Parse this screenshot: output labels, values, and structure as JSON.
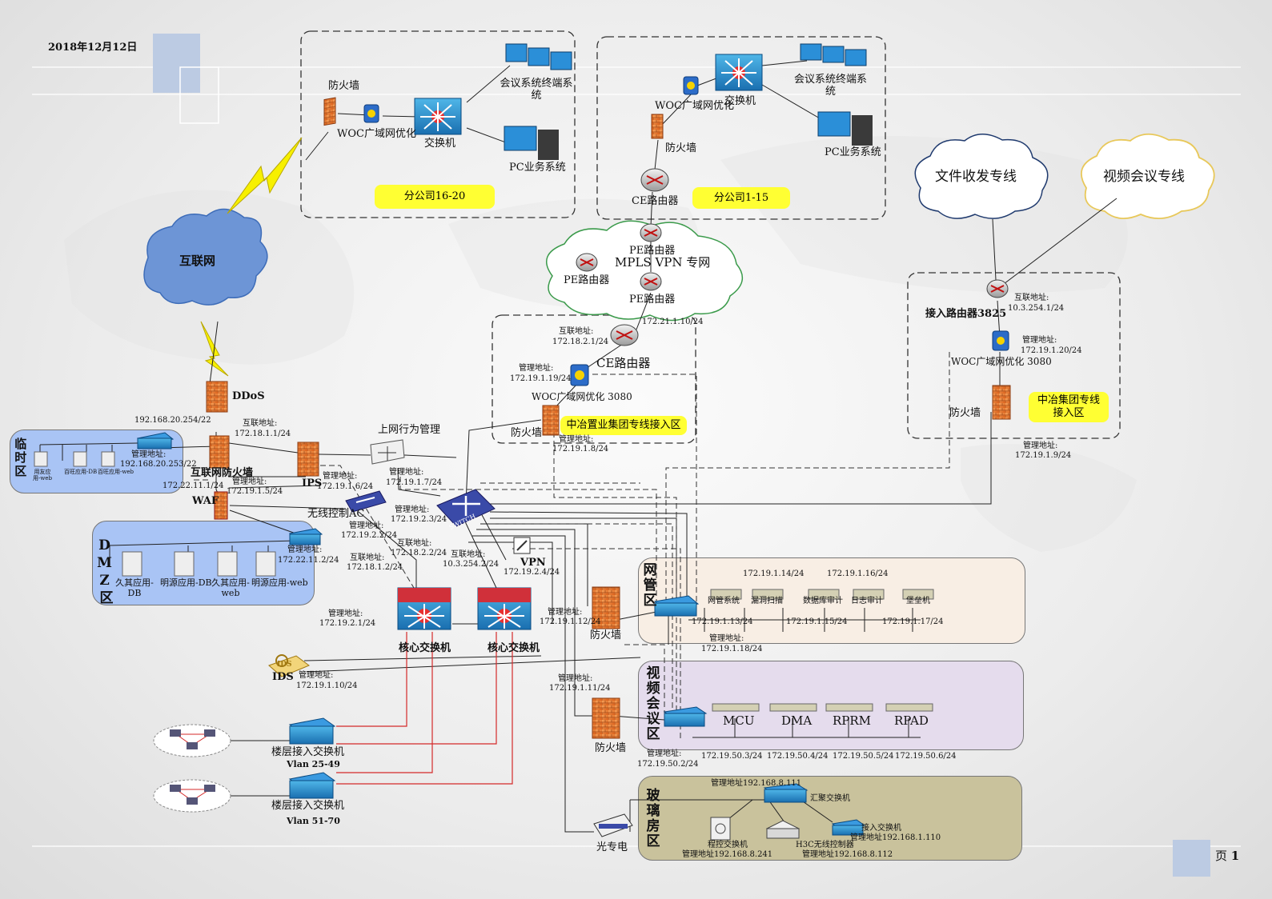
{
  "date": "2018年12月12日",
  "page_label": "页",
  "page_number": "1",
  "branch_a": {
    "firewall": "防火墙",
    "woc": "WOC广域网优化",
    "switch": "交换机",
    "conf": "会议系统终端系统",
    "pc": "PC业务系统",
    "tag": "分公司16-20"
  },
  "branch_b": {
    "woc": "WOC广域网优化",
    "switch": "交换机",
    "conf": "会议系统终端系统",
    "pc": "PC业务系统",
    "firewall": "防火墙",
    "ce": "CE路由器",
    "tag": "分公司1-15"
  },
  "internet": "互联网",
  "clouds": {
    "file": "文件收发专线",
    "video": "视频会议专线",
    "mpls": "MPLS VPN 专网",
    "pe1": "PE路由器",
    "pe2": "PE路由器",
    "pe3": "PE路由器"
  },
  "ce_zone": {
    "ce": "CE路由器",
    "ce_ip_label": "互联地址:",
    "ce_ip": "172.18.2.1/24",
    "pe_ip": "172.21.1.10/24",
    "woc_mgmt_label": "管理地址:",
    "woc_mgmt": "172.19.1.19/24",
    "woc": "WOC广域网优化 3080",
    "firewall": "防火墙",
    "tag": "中冶置业集团专线接入区",
    "fw_mgmt_label": "管理地址:",
    "fw_mgmt": "172.19.1.8/24"
  },
  "right_zone": {
    "router": "接入路由器3825",
    "router_ip_label": "互联地址:",
    "router_ip": "10.3.254.1/24",
    "woc_mgmt_label": "管理地址:",
    "woc_mgmt": "172.19.1.20/24",
    "woc": "WOC广域网优化 3080",
    "firewall": "防火墙",
    "tag": "中冶集团专线接入区",
    "fw_mgmt_label": "管理地址:",
    "fw_mgmt": "172.19.1.9/24"
  },
  "edge": {
    "ddos": "DDoS",
    "inet_fw": "互联网防火墙",
    "fw_ip_label": "互联地址:",
    "fw_ip": "172.18.1.1/24",
    "temp_ip": "192.168.20.254/22",
    "dmz_ip": "172.22.11.1/24",
    "fw_mgmt_label": "管理地址:",
    "fw_mgmt": "172.19.1.5/24",
    "ips": "IPS",
    "ips_mgmt_label": "管理地址:",
    "ips_mgmt": "172.19.1.6/24",
    "behavior": "上网行为管理",
    "behavior_mgmt_label": "管理地址:",
    "behavior_mgmt": "172.19.1.7/24",
    "waf": "WAF",
    "wac": "无线控制AC",
    "wac_mgmt_label": "管理地址:",
    "wac_mgmt": "172.19.2.2/24",
    "sw_mgmt_label": "管理地址:",
    "sw_mgmt": "172.19.2.3/24",
    "ic1_label": "互联地址:",
    "ic1": "172.18.1.2/24",
    "ic2_label": "互联地址:",
    "ic2": "172.18.2.2/24",
    "ic3_label": "互联地址:",
    "ic3": "10.3.254.2/24",
    "vpn": "VPN",
    "vpn_ip": "172.19.2.4/24",
    "switch_text": "SWITCH"
  },
  "temp_zone": {
    "label": "临时区",
    "mgmt_label": "管理地址:",
    "mgmt": "192.168.20.253/22",
    "servers": [
      "用友应用-web",
      "百旺应用-DB",
      "百旺应用-web"
    ]
  },
  "dmz_zone": {
    "label": "DMZ区",
    "mgmt_label": "管理地址:",
    "mgmt": "172.22.11.2/24",
    "servers": [
      "久其应用-DB",
      "明源应用-DB",
      "久其应用-web",
      "明源应用-web"
    ]
  },
  "core": {
    "label1": "核心交换机",
    "label2": "核心交换机",
    "mgmt_label": "管理地址:",
    "mgmt": "172.19.2.1/24",
    "ids": "IDS",
    "ids_text": "IDS",
    "ids_mgmt_label": "管理地址:",
    "ids_mgmt": "172.19.1.10/24"
  },
  "access": {
    "sw1": "楼层接入交换机",
    "vlan1": "Vlan 25-49",
    "sw2": "楼层接入交换机",
    "vlan2": "Vlan 51-70"
  },
  "nm_zone": {
    "label": "网管区",
    "fw": "防火墙",
    "fw_mgmt_label": "管理地址:",
    "fw_mgmt": "172.19.1.12/24",
    "sw_mgmt_label": "管理地址:",
    "sw_mgmt": "172.19.1.18/24",
    "devices": [
      {
        "name": "网管系统",
        "ip": "172.19.1.13/24"
      },
      {
        "name": "漏洞扫描",
        "ip": "172.19.1.14/24"
      },
      {
        "name": "数据库审计",
        "ip": "172.19.1.15/24"
      },
      {
        "name": "日志审计",
        "ip": "172.19.1.16/24"
      },
      {
        "name": "堡垒机",
        "ip": "172.19.1.17/24"
      }
    ]
  },
  "video_zone": {
    "label": "视频会议区",
    "fw": "防火墙",
    "fw_mgmt_label": "管理地址:",
    "fw_mgmt": "172.19.1.11/24",
    "sw_mgmt_label": "管理地址:",
    "sw_mgmt": "172.19.50.2/24",
    "devices": [
      {
        "name": "MCU",
        "ip": "172.19.50.3/24"
      },
      {
        "name": "DMA",
        "ip": "172.19.50.4/24"
      },
      {
        "name": "RPRM",
        "ip": "172.19.50.5/24"
      },
      {
        "name": "RPAD",
        "ip": "172.19.50.6/24"
      }
    ]
  },
  "glass_zone": {
    "label": "玻璃房区",
    "optical": "光专电",
    "agg_mgmt": "管理地址192.168.8.111",
    "agg": "汇聚交换机",
    "pbx": "程控交换机",
    "pbx_mgmt": "管理地址192.168.8.241",
    "h3c": "H3C无线控制器",
    "h3c_mgmt": "管理地址192.168.8.112",
    "acc": "接入交换机",
    "acc_mgmt": "管理地址192.168.1.110"
  },
  "colors": {
    "tag_yellow": "#ffff33",
    "temp_zone": "#a9c4f5",
    "dmz_zone": "#a9c4f5",
    "nm_zone": "#f8eee4",
    "video_zone": "#e5dced",
    "glass_zone": "#c9c29c",
    "firewall": "#e8742a",
    "core_red": "#d0303a",
    "link_red": "#d42a2a"
  }
}
